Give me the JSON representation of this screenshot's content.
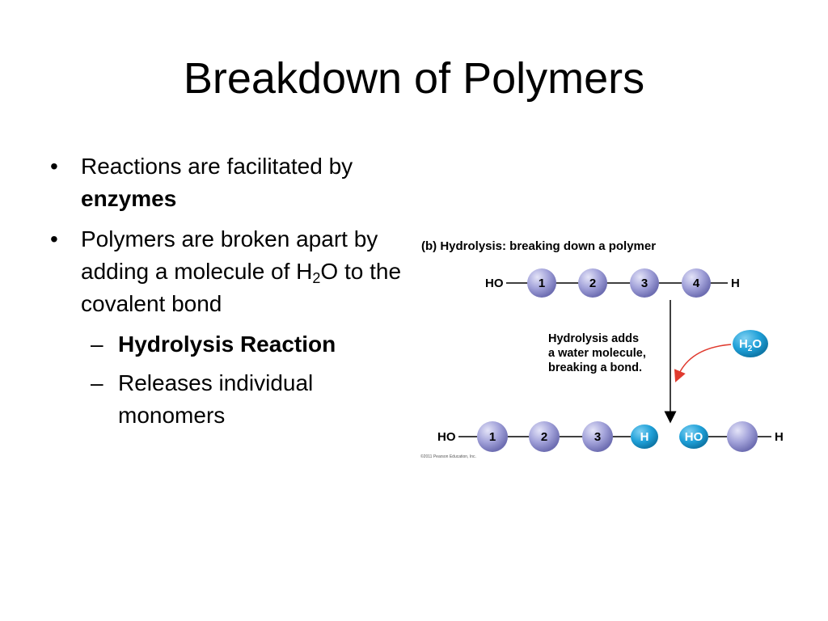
{
  "slide": {
    "title": "Breakdown of Polymers"
  },
  "bullets": {
    "b1_text": "Reactions are facilitated by",
    "b1_bold": "enzymes",
    "b2_line1": "Polymers are broken apart by adding a molecule of H",
    "b2_sub": "2",
    "b2_line2": "O to the covalent bond",
    "s1_bold": "Hydrolysis Reaction",
    "s2_text": "Releases individual monomers",
    "bullet_glyph": "•",
    "dash_glyph": "–"
  },
  "figure": {
    "caption": "(b) Hydrolysis: breaking down a polymer",
    "top_chain": {
      "left_end": "HO",
      "monomers": [
        "1",
        "2",
        "3",
        "4"
      ],
      "right_end": "H"
    },
    "annotation": {
      "line1": "Hydrolysis adds",
      "line2": "a water molecule,",
      "line3": "breaking a bond."
    },
    "water": {
      "main": "H",
      "sub": "2",
      "tail": "O"
    },
    "bottom_chain": {
      "left_end": "HO",
      "monomers": [
        "1",
        "2",
        "3"
      ],
      "h_label": "H",
      "ho_label": "HO",
      "right_end": "H"
    },
    "copyright": "©2011 Pearson Education, Inc.",
    "colors": {
      "monomer": "#9a9ad4",
      "monomer_dark": "#6d6db0",
      "water": "#1fa0d8",
      "arrow_red": "#e03a2e"
    }
  }
}
